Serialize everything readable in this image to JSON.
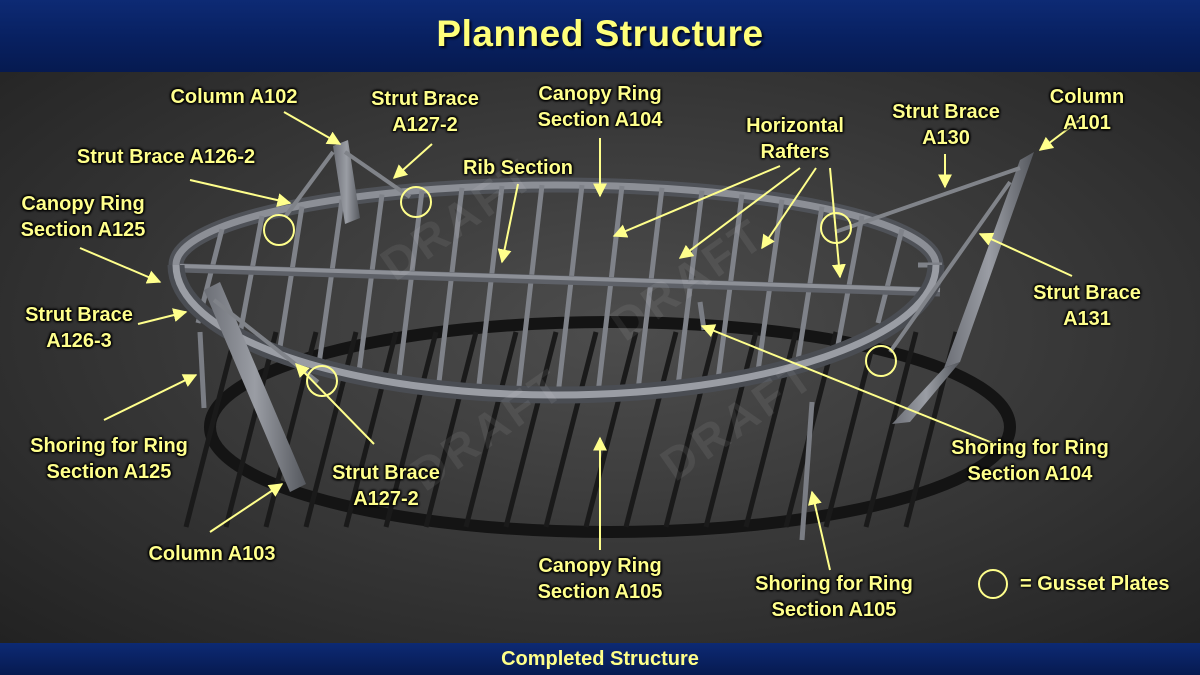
{
  "header": {
    "title": "Planned Structure"
  },
  "footer": {
    "caption": "Completed Structure"
  },
  "watermark": "DRAFT",
  "legend": {
    "text": "= Gusset Plates"
  },
  "labels": {
    "column_a102": "Column A102",
    "strut_brace_a127_2_top": "Strut Brace\nA127-2",
    "canopy_ring_a104": "Canopy Ring\nSection A104",
    "horizontal_rafters": "Horizontal\nRafters",
    "strut_brace_a130": "Strut Brace\nA130",
    "column_a101": "Column A101",
    "strut_brace_a126_2": "Strut Brace A126-2",
    "rib_section": "Rib Section",
    "canopy_ring_a125": "Canopy Ring\nSection A125",
    "strut_brace_a126_3": "Strut Brace\nA126-3",
    "strut_brace_a131": "Strut Brace\nA131",
    "shoring_a125": "Shoring for Ring\nSection A125",
    "strut_brace_a127_2_bottom": "Strut Brace\nA127-2",
    "shoring_a104": "Shoring for Ring\nSection A104",
    "column_a103": "Column A103",
    "canopy_ring_a105": "Canopy Ring\nSection A105",
    "shoring_a105": "Shoring for Ring\nSection A105"
  },
  "colors": {
    "label": "#ffff8c",
    "title": "#ffff7a",
    "steel": "#7c7f86",
    "banner": "#082060"
  }
}
